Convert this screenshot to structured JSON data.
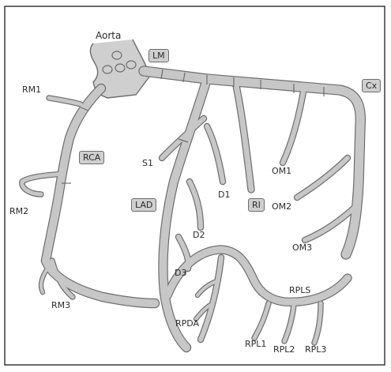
{
  "title": "Aorta",
  "labels": {
    "lm": "LM",
    "cx": "Cx",
    "rca": "RCA",
    "lad": "LAD",
    "ri": "RI",
    "rm1": "RM1",
    "rm2": "RM2",
    "rm3": "RM3",
    "s1": "S1",
    "d1": "D1",
    "d2": "D2",
    "d3": "D3",
    "om1": "OM1",
    "om2": "OM2",
    "om3": "OM3",
    "rpls": "RPLS",
    "rpda": "RPDA",
    "rpl1": "RPL1",
    "rpl2": "RPL2",
    "rpl3": "RPL3"
  },
  "colors": {
    "vessel_fill": "#c7c7c7",
    "vessel_outline": "#6d6d6d",
    "label_box": "#cfcfcf",
    "frame": "#3a3a3a"
  }
}
